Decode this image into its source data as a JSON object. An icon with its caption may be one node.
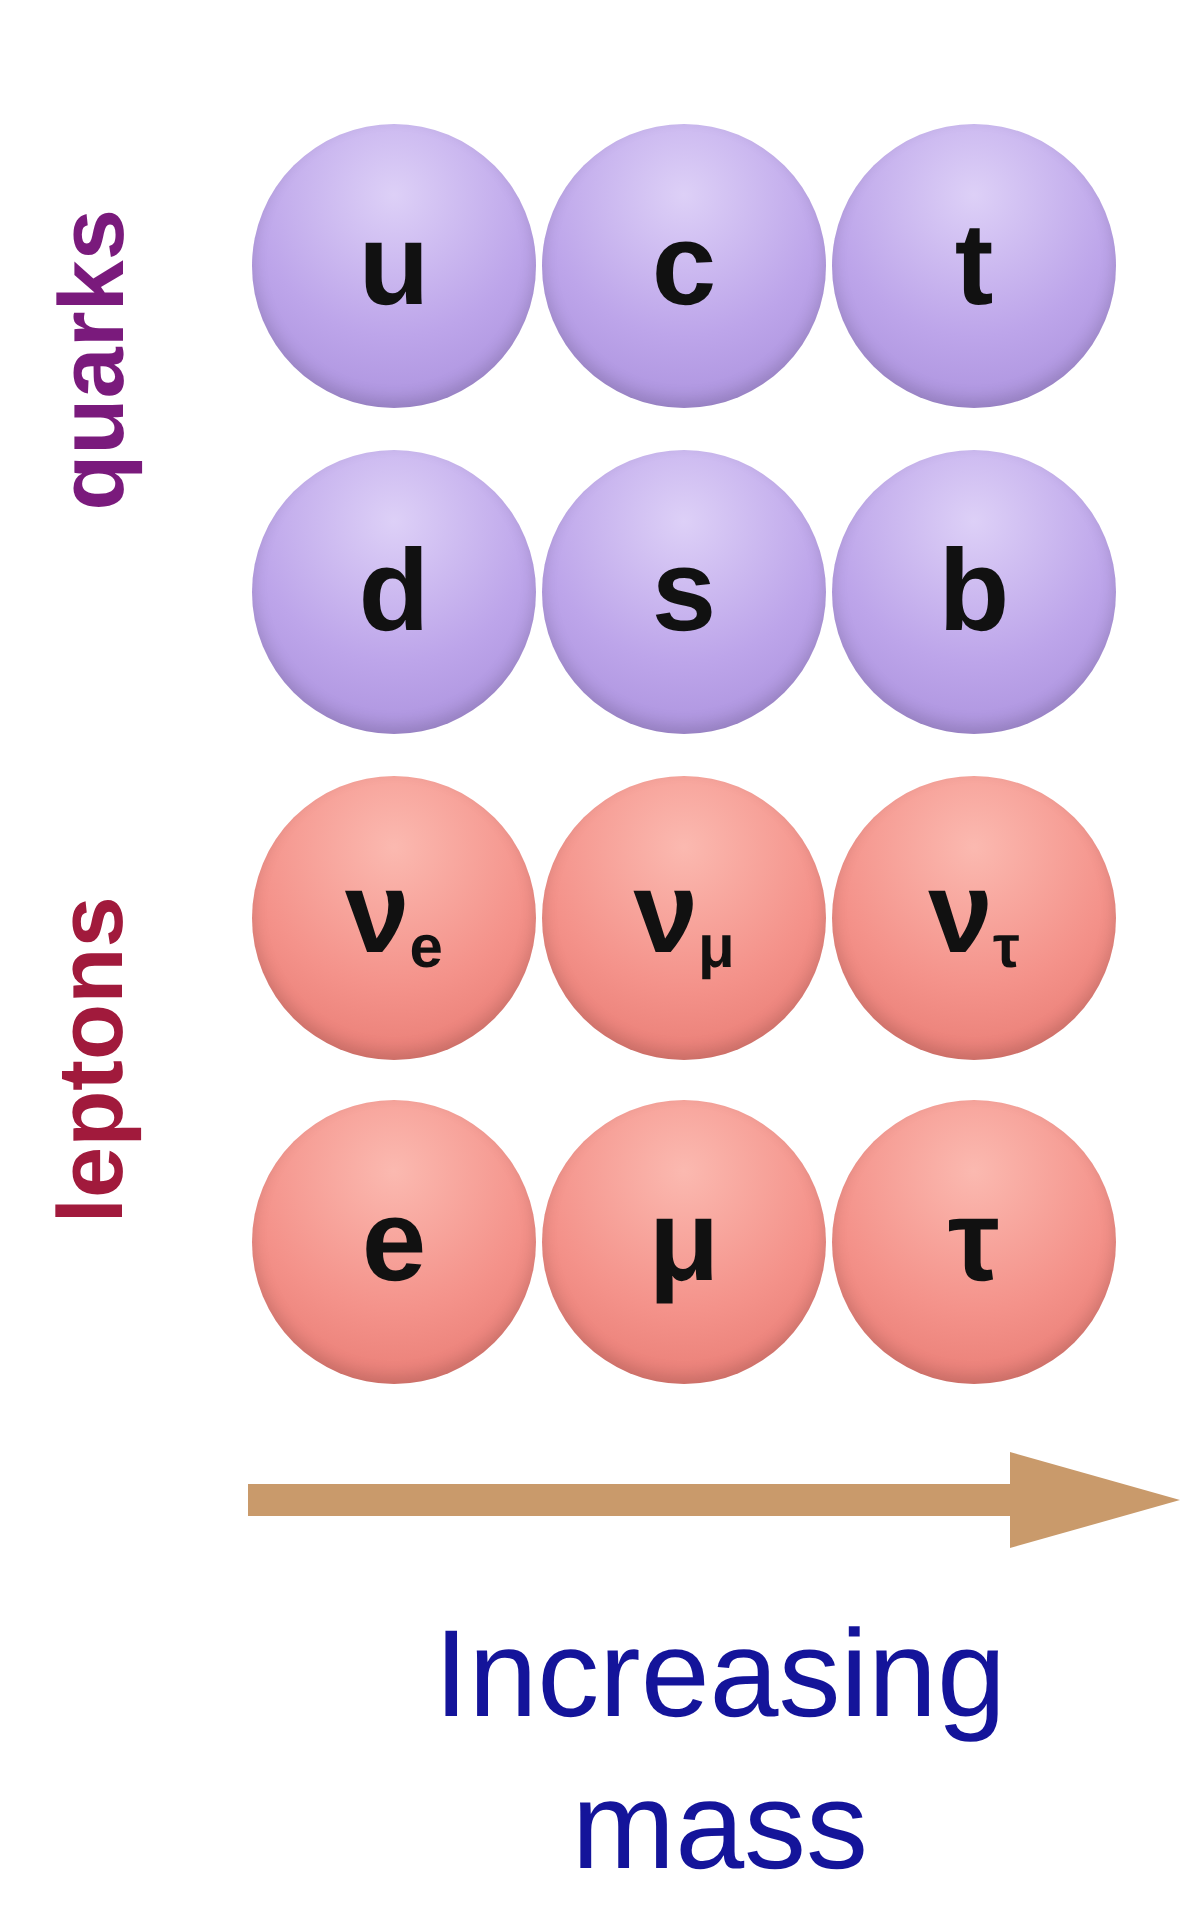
{
  "diagram": {
    "nodes": [
      {
        "text": [
          "u"
        ]
      },
      {
        "text": [
          "c"
        ]
      },
      {
        "text": [
          "t"
        ]
      },
      {
        "text": [
          "d"
        ]
      },
      {
        "text": [
          "s"
        ]
      },
      {
        "text": [
          "b"
        ]
      },
      {
        "text": [
          "ν$_{e}$"
        ]
      },
      {
        "text": [
          "ν$_{μ}$"
        ]
      },
      {
        "text": [
          "ν$_{τ}$"
        ]
      },
      {
        "text": [
          "e"
        ]
      },
      {
        "text": [
          "μ"
        ]
      },
      {
        "text": [
          "τ"
        ]
      }
    ],
    "edges": [],
    "labels": [
      "quarks",
      "leptons",
      "Increasing mass"
    ]
  }
}
